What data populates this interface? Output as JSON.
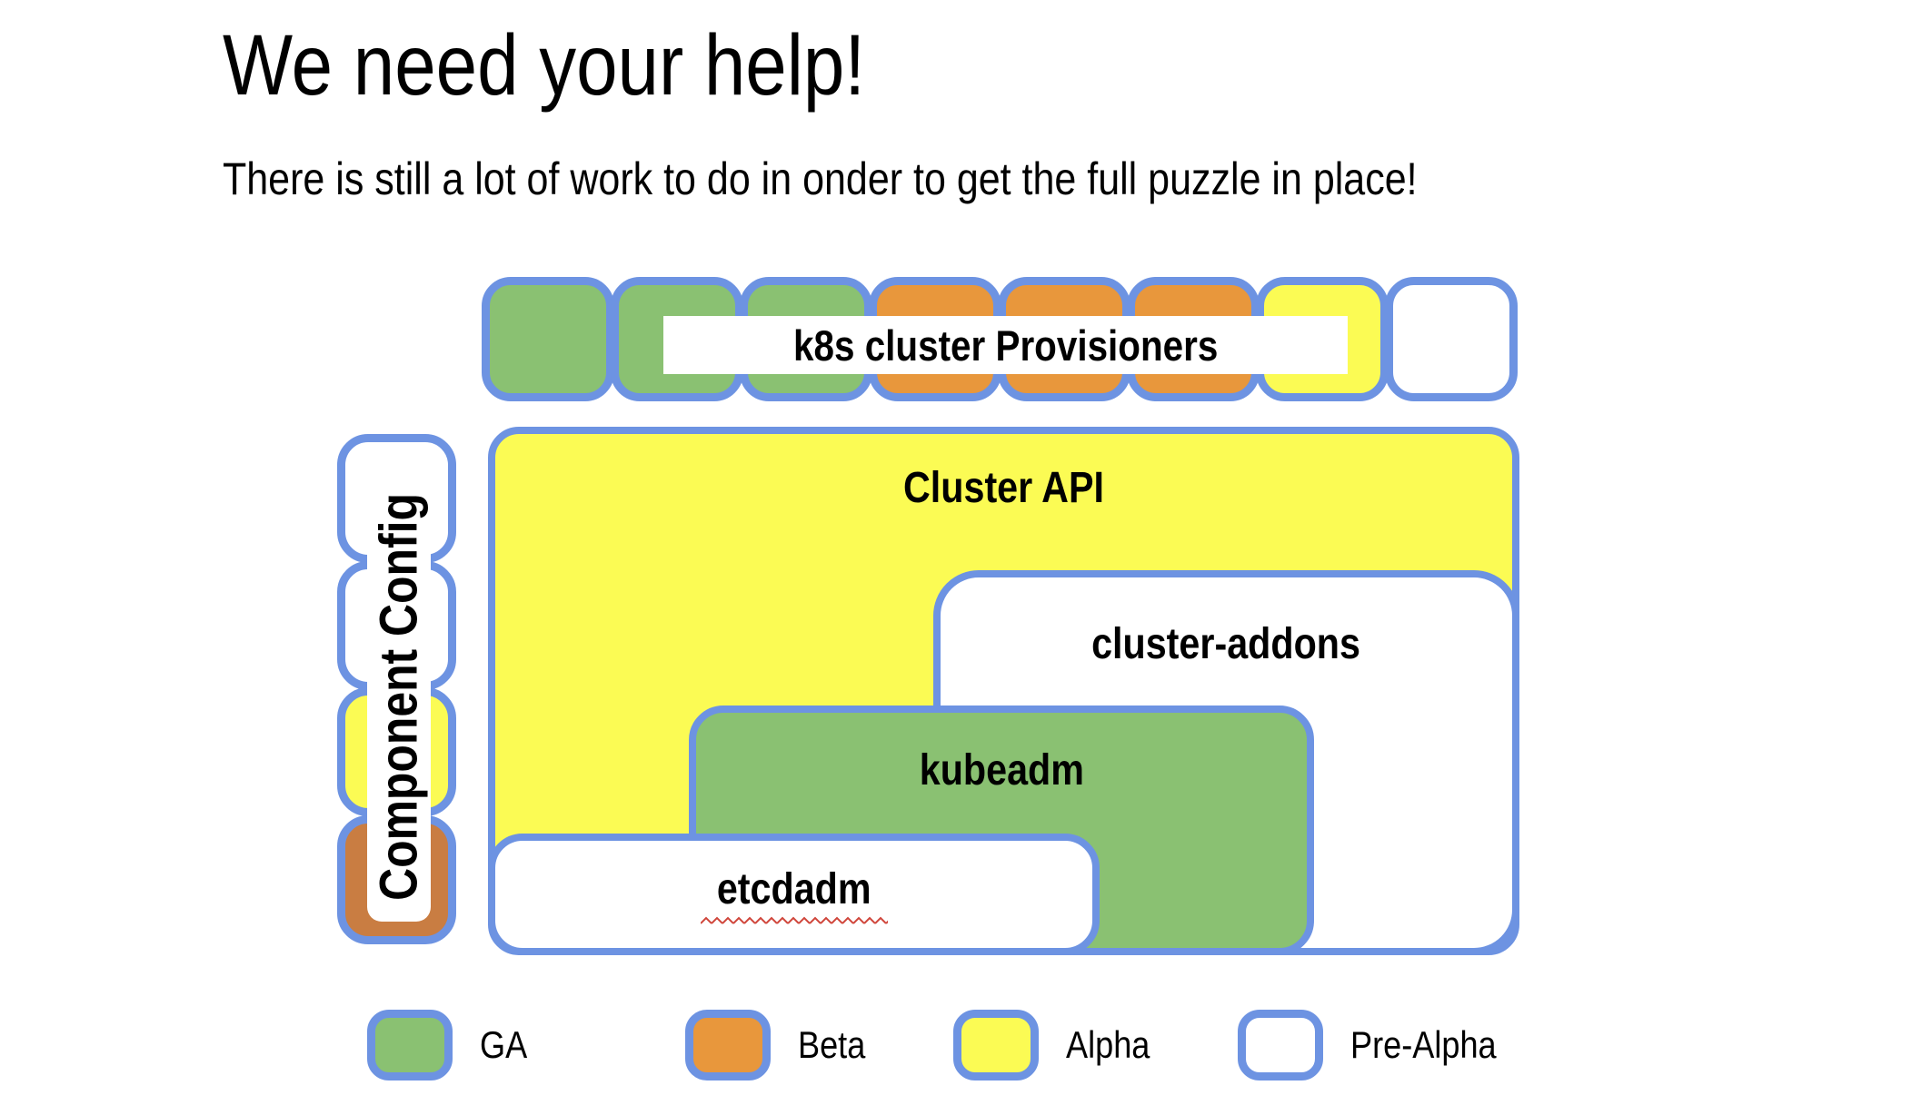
{
  "header": {
    "title": "We need your help!",
    "subtitle": "There is still a lot of work to do in onder to get the full puzzle in place!"
  },
  "puzzle": {
    "provisioners": {
      "label": "k8s cluster Provisioners",
      "tile_statuses": [
        "GA",
        "GA",
        "GA",
        "Beta",
        "Beta",
        "Beta",
        "Alpha",
        "Pre-Alpha"
      ]
    },
    "component_config": {
      "label": "Component Config",
      "tile_statuses": [
        "Pre-Alpha",
        "Pre-Alpha",
        "Alpha",
        "Beta"
      ]
    },
    "blocks": [
      {
        "id": "cluster-api",
        "label": "Cluster API",
        "status": "Alpha"
      },
      {
        "id": "cluster-addons",
        "label": "cluster-addons",
        "status": "Pre-Alpha"
      },
      {
        "id": "kubeadm",
        "label": "kubeadm",
        "status": "GA"
      },
      {
        "id": "etcdadm",
        "label": "etcdadm",
        "status": "Pre-Alpha",
        "spellcheck_underline": true
      }
    ]
  },
  "legend": {
    "items": [
      {
        "label": "GA",
        "color": "#8ac172"
      },
      {
        "label": "Beta",
        "color": "#e8973c"
      },
      {
        "label": "Alpha",
        "color": "#fbfb54"
      },
      {
        "label": "Pre-Alpha",
        "color": "#ffffff"
      }
    ]
  },
  "colors": {
    "border_blue": "#6d93e2",
    "ga_green": "#8ac172",
    "beta_orange": "#e8973c",
    "beta_orange_dark": "#c97d42",
    "alpha_yellow": "#fbfb54",
    "pre_alpha_white": "#ffffff",
    "squiggle_red": "#d0453a",
    "text_black": "#000000"
  }
}
